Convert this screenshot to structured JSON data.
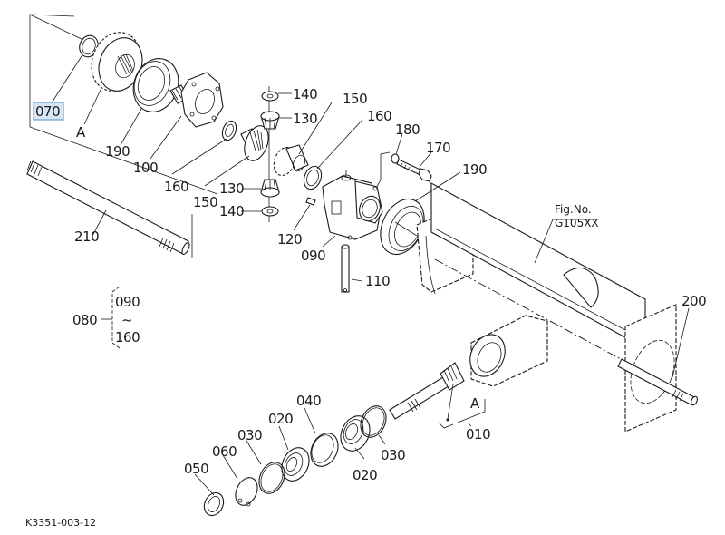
{
  "diagram": {
    "figure_ref": {
      "line1": "Fig.No.",
      "line2": "G105XX"
    },
    "image_code": "K3351-003-12",
    "highlight_color": "#d6e6f5",
    "highlight_border": "#6aa1d3",
    "selected_part": "070",
    "callouts": {
      "c070": "070",
      "cA_top": "A",
      "c190_left": "190",
      "c100": "100",
      "c160_left": "160",
      "c150_left": "150",
      "c140_top": "140",
      "c130_top": "130",
      "c150_top": "150",
      "c160_top": "160",
      "c180": "180",
      "c170": "170",
      "c190_right": "190",
      "c130_bot": "130",
      "c140_bot": "140",
      "c120": "120",
      "c090": "090",
      "c110": "110",
      "c210": "210",
      "c200": "200",
      "c080": "080",
      "c080_from": "090",
      "c080_tilde": "~",
      "c080_to": "160",
      "c040": "040",
      "c020_a": "020",
      "c030_a": "030",
      "c060": "060",
      "c050": "050",
      "c020_b": "020",
      "c030_b": "030",
      "cA_bot": "A",
      "c010": "010"
    }
  }
}
